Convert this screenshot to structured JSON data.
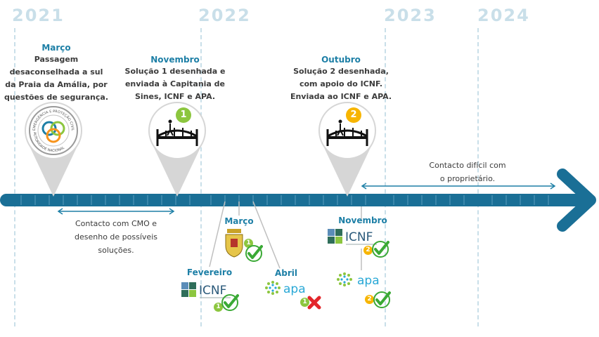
{
  "years": [
    "2021",
    "2022",
    "2023",
    "2024"
  ],
  "colors": {
    "timeline": "#1a6f96",
    "accent_blue": "#1d7fa6",
    "year_text": "#c9dfe9",
    "badge_green": "#8cc63f",
    "badge_orange": "#f7b500",
    "check_green": "#3aa935",
    "cross_red": "#e3262b"
  },
  "events": {
    "marco_2021": {
      "month": "Março",
      "lines": [
        "Passagem",
        "desaconselhada a sul",
        "da Praia da Amália, por",
        "questões de segurança."
      ],
      "seal_text_top": "EMERGÊNCIA E PROTEÇÃO CIVIL",
      "seal_text_bottom": "AUTORIDADE NACIONAL"
    },
    "novembro_2021": {
      "month": "Novembro",
      "lines": [
        "Solução 1 desenhada e",
        "enviada à Capitania de",
        "Sines, ICNF e APA."
      ],
      "badge": "1"
    },
    "outubro_2022": {
      "month": "Outubro",
      "lines": [
        "Solução 2 desenhada,",
        "com apoio do ICNF.",
        "Enviada ao ICNF e APA."
      ],
      "badge": "2"
    }
  },
  "notes": {
    "cmo": [
      "Contacto com CMO e",
      "desenho de possíveis",
      "soluções."
    ],
    "owner": [
      "Contacto difícil com",
      "o proprietário."
    ]
  },
  "responses": {
    "fevereiro": {
      "month": "Fevereiro",
      "logo": "ICNF",
      "badge": "1",
      "status": "approved"
    },
    "marco": {
      "month": "Março",
      "logo": "municipal-coat-of-arms",
      "badge": "1",
      "status": "approved"
    },
    "abril": {
      "month": "Abril",
      "logo": "apa",
      "badge": "1",
      "status": "rejected"
    },
    "novembro": {
      "month": "Novembro",
      "items": [
        {
          "logo": "ICNF",
          "badge": "2",
          "status": "approved"
        },
        {
          "logo": "apa",
          "badge": "2",
          "status": "approved"
        }
      ]
    }
  }
}
